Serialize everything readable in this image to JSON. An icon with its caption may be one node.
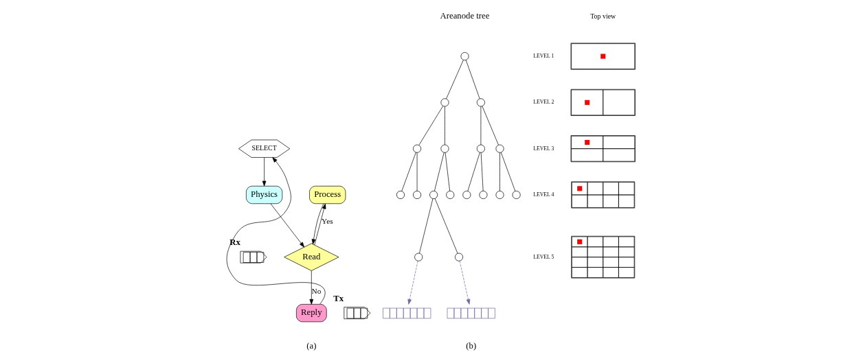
{
  "diagram": {
    "nodes": [
      {
        "text": [
          "SELECT"
        ]
      },
      {
        "text": [
          "Physics"
        ]
      },
      {
        "text": [
          "Process"
        ]
      },
      {
        "text": [
          "Read"
        ]
      },
      {
        "text": [
          "Reply"
        ]
      },
      {
        "text": [
          "Rx"
        ]
      },
      {
        "text": [
          "Tx"
        ]
      },
      {
        "text": [],
        "shape": "circle"
      },
      {
        "text": [],
        "shape": "circle"
      },
      {
        "text": [],
        "shape": "circle"
      },
      {
        "text": [],
        "shape": "circle"
      },
      {
        "text": [],
        "shape": "circle"
      },
      {
        "text": [],
        "shape": "circle"
      },
      {
        "text": [],
        "shape": "circle"
      },
      {
        "text": [],
        "shape": "circle"
      },
      {
        "text": [],
        "shape": "circle"
      },
      {
        "text": [],
        "shape": "circle"
      },
      {
        "text": [],
        "shape": "circle"
      },
      {
        "text": [],
        "shape": "circle"
      },
      {
        "text": [],
        "shape": "circle"
      },
      {
        "text": [],
        "shape": "circle"
      },
      {
        "text": [],
        "shape": "circle"
      },
      {
        "text": [],
        "shape": "circle"
      },
      {
        "text": [],
        "shape": "circle"
      },
      {
        "text": [],
        "shape": "bar"
      },
      {
        "text": [],
        "shape": "bar"
      },
      {
        "text": [],
        "shape": "picture"
      },
      {
        "text": [],
        "shape": "picture"
      },
      {
        "text": [],
        "shape": "picture"
      },
      {
        "text": [],
        "shape": "picture"
      },
      {
        "text": [],
        "shape": "picture"
      }
    ],
    "edges": [
      {
        "from": 0,
        "to": 1,
        "arrow": "to"
      },
      {
        "from": 1,
        "to": 3,
        "arrow": "to"
      },
      {
        "from": 2,
        "to": 3,
        "arrow": "to"
      },
      {
        "from": 3,
        "to": 2,
        "arrow": "to",
        "label": "Yes"
      },
      {
        "from": 3,
        "to": 4,
        "arrow": "to",
        "label": "No"
      },
      {
        "from": 4,
        "to": 0,
        "arrow": "to"
      },
      {
        "from": 7,
        "to": 8,
        "arrow": "none"
      },
      {
        "from": 7,
        "to": 9,
        "arrow": "none"
      },
      {
        "from": 8,
        "to": 10,
        "arrow": "none"
      },
      {
        "from": 8,
        "to": 11,
        "arrow": "none"
      },
      {
        "from": 9,
        "to": 12,
        "arrow": "none"
      },
      {
        "from": 9,
        "to": 13,
        "arrow": "none"
      },
      {
        "from": 10,
        "to": 14,
        "arrow": "none"
      },
      {
        "from": 10,
        "to": 15,
        "arrow": "none"
      },
      {
        "from": 11,
        "to": 16,
        "arrow": "none"
      },
      {
        "from": 11,
        "to": 17,
        "arrow": "none"
      },
      {
        "from": 12,
        "to": 18,
        "arrow": "none"
      },
      {
        "from": 12,
        "to": 19,
        "arrow": "none"
      },
      {
        "from": 13,
        "to": 20,
        "arrow": "none"
      },
      {
        "from": 13,
        "to": 21,
        "arrow": "none"
      },
      {
        "from": 16,
        "to": 22,
        "arrow": "none"
      },
      {
        "from": 16,
        "to": 23,
        "arrow": "none"
      },
      {
        "from": 22,
        "to": 24,
        "arrow": "to",
        "style": "dashed",
        "color": "#6b6b9f"
      },
      {
        "from": 23,
        "to": 25,
        "arrow": "to",
        "style": "dashed",
        "color": "#6b6b9f"
      }
    ],
    "labels": [
      "Areanode tree",
      "Top view",
      "LEVEL 1",
      "LEVEL 2",
      "LEVEL 3",
      "LEVEL 4",
      "LEVEL 5",
      "(a)",
      "(b)"
    ]
  }
}
